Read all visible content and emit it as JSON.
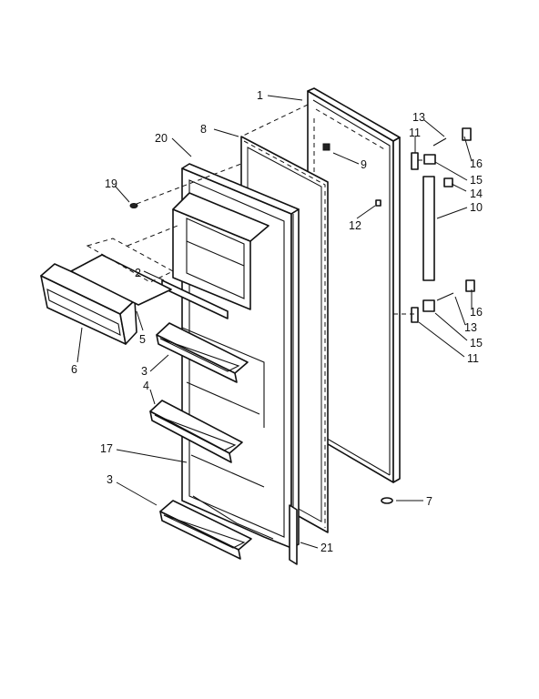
{
  "callouts": {
    "c1": "1",
    "c2": "2",
    "c3a": "3",
    "c3b": "3",
    "c4": "4",
    "c5": "5",
    "c6": "6",
    "c7": "7",
    "c8": "8",
    "c9": "9",
    "c10": "10",
    "c11a": "11",
    "c11b": "11",
    "c12": "12",
    "c13a": "13",
    "c13b": "13",
    "c14": "14",
    "c15a": "15",
    "c15b": "15",
    "c16a": "16",
    "c16b": "16",
    "c17": "17",
    "c19": "19",
    "c20": "20",
    "c21": "21"
  }
}
